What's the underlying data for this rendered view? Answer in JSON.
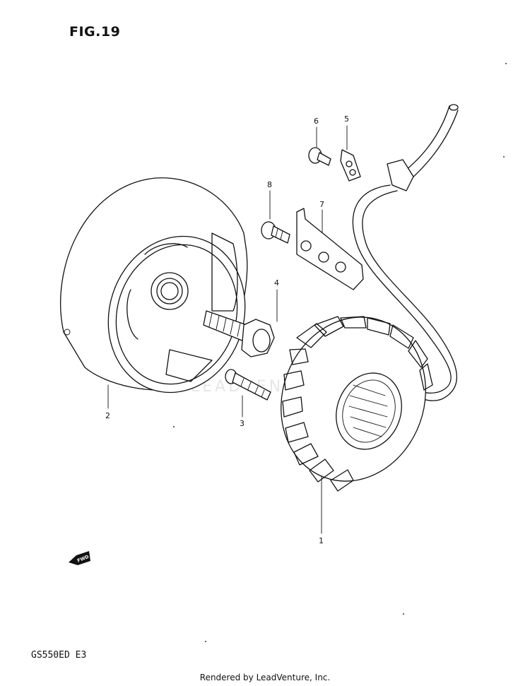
{
  "figure": {
    "title": "FIG.19",
    "model": "GS550ED E3"
  },
  "footer": {
    "credit": "Rendered by LeadVenture, Inc."
  },
  "watermark": {
    "text": "LEADVENTURE"
  },
  "fwd_mark": {
    "text": "FWD"
  },
  "callouts": [
    "1",
    "2",
    "3",
    "4",
    "5",
    "6",
    "7",
    "8"
  ]
}
